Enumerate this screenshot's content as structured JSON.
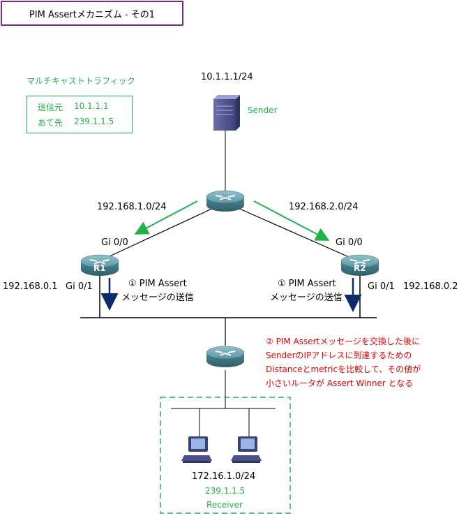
{
  "title": "PIM Assertメカニズム - その1",
  "traffic": {
    "heading": "マルチキャストトラフィック",
    "source_label": "送信元",
    "source_value": "10.1.1.1",
    "dest_label": "あて先",
    "dest_value": "239.1.1.5"
  },
  "sender": {
    "subnet": "10.1.1.1/24",
    "label": "Sender"
  },
  "links": {
    "left": "192.168.1.0/24",
    "right": "192.168.2.0/24"
  },
  "r1": {
    "name": "R1",
    "upstream_if": "Gi 0/0",
    "downstream_if": "Gi 0/1",
    "address": "192.168.0.1",
    "assert_line1": "① PIM Assert",
    "assert_line2": "メッセージの送信"
  },
  "r2": {
    "name": "R2",
    "upstream_if": "Gi 0/0",
    "downstream_if": "Gi 0/1",
    "address": "192.168.0.2",
    "assert_line1": "① PIM Assert",
    "assert_line2": "メッセージの送信"
  },
  "note": [
    "② PIM Assertメッセージを交換した後に",
    "SenderのIPアドレスに到達するための",
    "Distanceとmetricを比較して、その値が",
    "小さいルータが Assert Winner となる"
  ],
  "receiver": {
    "subnet": "172.16.1.0/24",
    "group": "239.1.1.5",
    "label": "Receiver"
  },
  "colors": {
    "title_border": "#7a2a8f",
    "green": "#21b24b",
    "red": "#e00000",
    "arrow_blue": "#0d2a6b",
    "router": "#4f8a96"
  }
}
